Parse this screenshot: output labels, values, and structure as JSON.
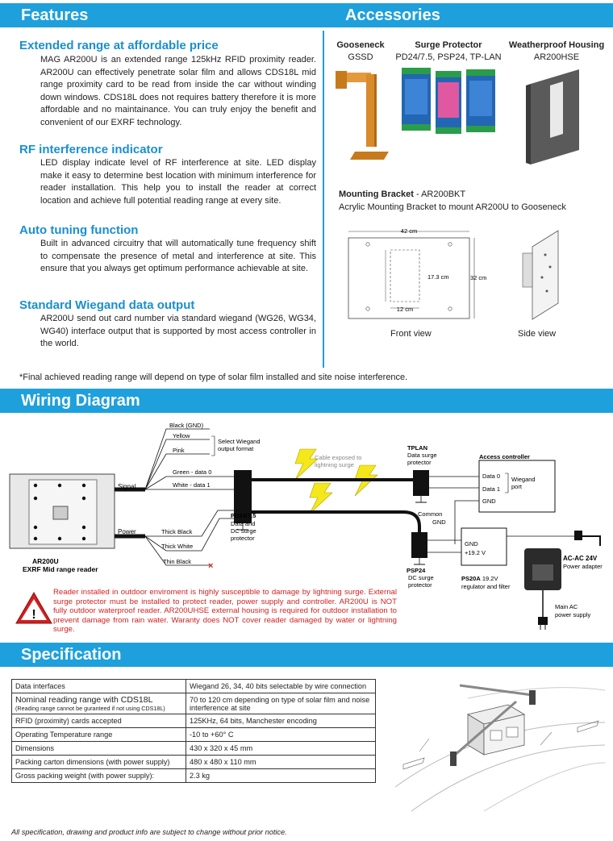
{
  "headers": {
    "features": "Features",
    "accessories": "Accessories",
    "wiring": "Wiring Diagram",
    "specification": "Specification"
  },
  "features": [
    {
      "title": "Extended range at affordable price",
      "body": "MAG AR200U is an extended range 125kHz RFID proximity reader. AR200U can effectively penetrate solar film and allows CDS18L mid range proximity card to be read from inside the car without winding down windows. CDS18L does not requires battery therefore it is more affordable and no maintainance. You can truly enjoy the benefit and convenient of our EXRF technology."
    },
    {
      "title": "RF interference indicator",
      "body": "LED display indicate level of RF interference at site. LED display make it easy to determine best location with minimum interference for reader installation. This help you to install the reader at correct location and achieve full potential reading range at every site."
    },
    {
      "title": "Auto tuning function",
      "body": "Built in advanced circuitry that will automatically tune frequency shift to compensate the presence of metal and interference at site. This ensure that you always get optimum performance achievable at site."
    },
    {
      "title": "Standard Wiegand data output",
      "body": "AR200U send out card number via standard wiegand (WG26, WG34, WG40) interface output  that is supported by most access controller in the world."
    }
  ],
  "accessories": {
    "gooseneck": {
      "title": "Gooseneck",
      "sub": "GSSD"
    },
    "surge": {
      "title": "Surge Protector",
      "sub": "PD24/7.5, PSP24, TP-LAN"
    },
    "housing": {
      "title": "Weatherproof Housing",
      "sub": "AR200HSE"
    },
    "bracket_title": "Mounting Bracket",
    "bracket_code": " - AR200BKT",
    "bracket_desc": "Acrylic Mounting Bracket to mount AR200U to Gooseneck",
    "dim_width": "42 cm",
    "dim_height": "32 cm",
    "dim_inner_h": "17.3 cm",
    "dim_inner_w": "12 cm",
    "front_view": "Front view",
    "side_view": "Side view"
  },
  "final_note": "*Final achieved reading range will depend on type of solar film installed and site noise interference.",
  "wiring": {
    "black_gnd": "Black (GND)",
    "yellow": "Yellow",
    "pink": "Pink",
    "select_wiegand_1": "Select Wiegand",
    "select_wiegand_2": "output format",
    "green": "Green - data 0",
    "white": "White - data 1",
    "signal": "Signal",
    "power": "Power",
    "thick_black": "Thick Black",
    "thick_white": "Thick White",
    "thin_black": "Thin Black",
    "reader_name": "AR200U",
    "reader_desc": "EXRF Mid range reader",
    "cable_1": "Cable exposed to",
    "cable_2": "lightning surge",
    "pd_name": "PD24/7.5",
    "pd_1": "Data and",
    "pd_2": "DC surge",
    "pd_3": "protector",
    "tplan": "TPLAN",
    "tplan_1": "Data surge",
    "tplan_2": "protector",
    "access_controller": "Access controller",
    "data0": "Data 0",
    "data1": "Data 1",
    "gnd": "GND",
    "wiegand_1": "Wiegand",
    "wiegand_2": "port",
    "common_1": "Common",
    "common_2": "GND",
    "psp24": "PSP24",
    "psp_1": "DC surge",
    "psp_2": "protector",
    "ps_gnd": "GND",
    "ps_v": "+19.2 V",
    "ps20a_name": "PS20A",
    "ps20a_1": " 19.2V",
    "ps20a_2": "regulator and filter",
    "acac": "AC-AC 24V",
    "acac_sub": "Power adapter",
    "main_ac_1": "Main AC",
    "main_ac_2": "power supply"
  },
  "warning": "Reader installed in outdoor enviroment is highly susceptible to damage by lightning surge. External surge protector must be installed to protect reader, power supply and controller. AR200U is NOT fully outdoor waterproof reader. AR200UHSE external housing is required for outdoor installation to prevent damage from rain water. Waranty does NOT cover reader damaged by water or lightning surge.",
  "spec_rows": [
    {
      "label": "Data interfaces",
      "value": "Wiegand 26, 34, 40 bits selectable by wire connection"
    },
    {
      "label": "Nominal reading range with CDS18L",
      "note": "(Reading range cannot be guranteed if not using CDS18L)",
      "value": "70 to 120 cm depending on type of solar film and noise interference at site"
    },
    {
      "label": "RFID (proximity) cards accepted",
      "value": "125KHz, 64 bits, Manchester encoding"
    },
    {
      "label": "Operating Temperature range",
      "value": "-10 to +60° C"
    },
    {
      "label": "Dimensions",
      "value": "430 x 320 x 45 mm"
    },
    {
      "label": "Packing carton dimensions (with power supply)",
      "value": "480 x 480 x 110 mm"
    },
    {
      "label": "Gross packing weight (with power supply):",
      "value": "2.3 kg"
    }
  ],
  "footer": "All specification, drawing and product info are subject to change without prior notice.",
  "colors": {
    "accent": "#1ea0dc",
    "title_blue": "#1a8fd0",
    "warning_red": "#d21f1f",
    "gooseneck": "#d98a2b",
    "bolt": "#f5e81a"
  }
}
